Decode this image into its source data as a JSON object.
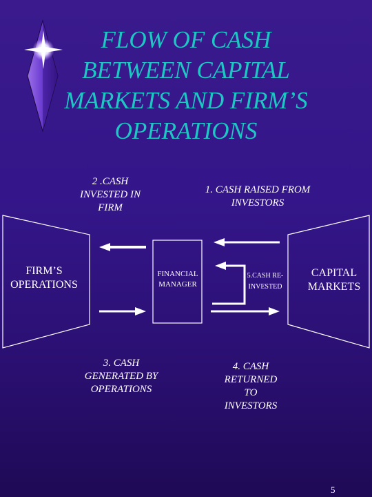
{
  "title": {
    "line1": "FLOW OF CASH",
    "line2": "BETWEEN CAPITAL",
    "line3": "MARKETS AND FIRM’S",
    "line4": "OPERATIONS"
  },
  "nodes": {
    "firms_operations": {
      "line1": "FIRM’S",
      "line2": "OPERATIONS"
    },
    "financial_manager": {
      "line1": "FINANCIAL",
      "line2": "MANAGER"
    },
    "capital_markets": {
      "line1": "CAPITAL",
      "line2": "MARKETS"
    }
  },
  "flows": {
    "cash_raised": {
      "line1": "1. CASH RAISED FROM",
      "line2": "INVESTORS"
    },
    "cash_invested": {
      "line1": "2 .CASH",
      "line2": "INVESTED IN",
      "line3": "FIRM"
    },
    "cash_generated": {
      "line1": "3. CASH",
      "line2": "GENERATED BY",
      "line3": "OPERATIONS"
    },
    "cash_returned": {
      "line1": "4. CASH",
      "line2": "RETURNED",
      "line3": "TO",
      "line4": "INVESTORS"
    },
    "cash_reinvested": {
      "line1": "5.CASH RE-",
      "line2": "INVESTED"
    }
  },
  "page_number": "5",
  "colors": {
    "title": "#1ec7c4",
    "text": "#ffffff",
    "background": "#34168a"
  }
}
